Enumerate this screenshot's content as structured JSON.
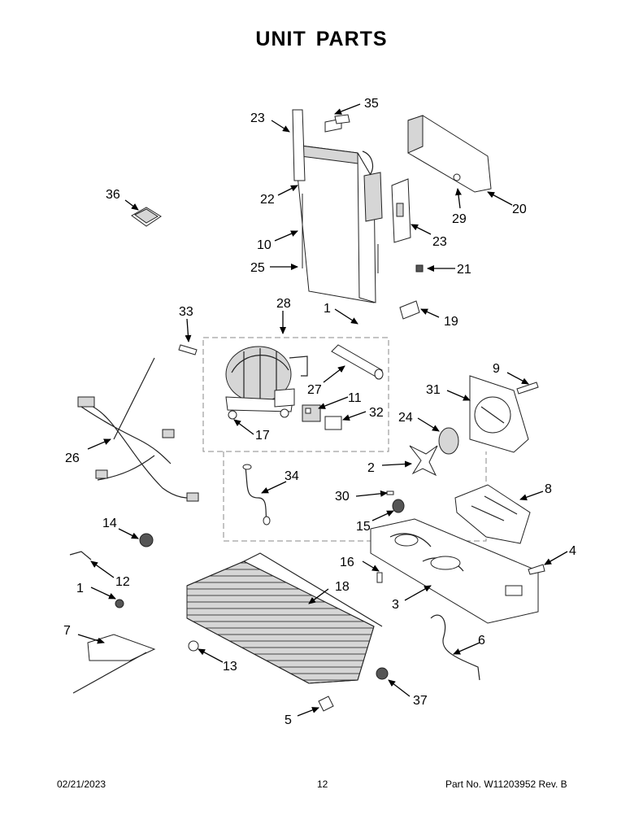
{
  "title": "UNIT  PARTS",
  "footer": {
    "date": "02/21/2023",
    "page": "12",
    "part": "Part No.  W11203952   Rev.  B"
  },
  "callouts": {
    "c35": "35",
    "c23a": "23",
    "c22": "22",
    "c10": "10",
    "c25": "25",
    "c20": "20",
    "c29": "29",
    "c23b": "23",
    "c21": "21",
    "c19": "19",
    "c36": "36",
    "c33": "33",
    "c28": "28",
    "c1a": "1",
    "c27": "27",
    "c11": "11",
    "c32": "32",
    "c17": "17",
    "c26": "26",
    "c9": "9",
    "c31": "31",
    "c24": "24",
    "c2": "2",
    "c34": "34",
    "c30": "30",
    "c15": "15",
    "c8": "8",
    "c14": "14",
    "c12": "12",
    "c4": "4",
    "c16": "16",
    "c18": "18",
    "c3": "3",
    "c1b": "1",
    "c7": "7",
    "c6": "6",
    "c13": "13",
    "c37": "37",
    "c5": "5"
  }
}
